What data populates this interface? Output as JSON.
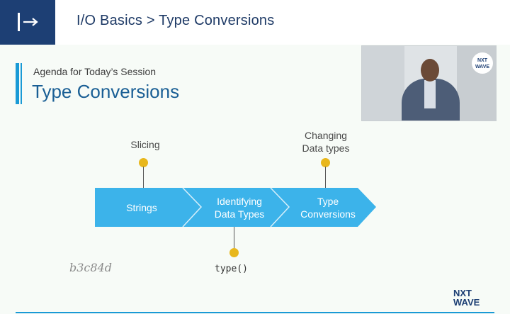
{
  "header": {
    "breadcrumb": "I/O Basics > Type Conversions",
    "logo_icon": "exit-arrow-icon",
    "logo_bg": "#1d3f74"
  },
  "slide": {
    "agenda": "Agenda for Today’s Session",
    "title": "Type Conversions",
    "accent_color": "#1a9ad6",
    "flow": {
      "steps": [
        {
          "label_lines": [
            "Strings"
          ]
        },
        {
          "label_lines": [
            "Identifying",
            "Data Types"
          ]
        },
        {
          "label_lines": [
            "Type",
            "Conversions"
          ]
        }
      ],
      "annotations": {
        "slicing": "Slicing",
        "changing_line1": "Changing",
        "changing_line2": "Data types",
        "type_fn": "type()"
      },
      "chevron_color": "#3cb3ea",
      "marker_color": "#e8b71c"
    },
    "watermark": "b3c84d",
    "brand_line1": "NXT",
    "brand_line2": "WAVE"
  },
  "video": {
    "logo_line1": "NXT",
    "logo_line2": "WAVE"
  }
}
